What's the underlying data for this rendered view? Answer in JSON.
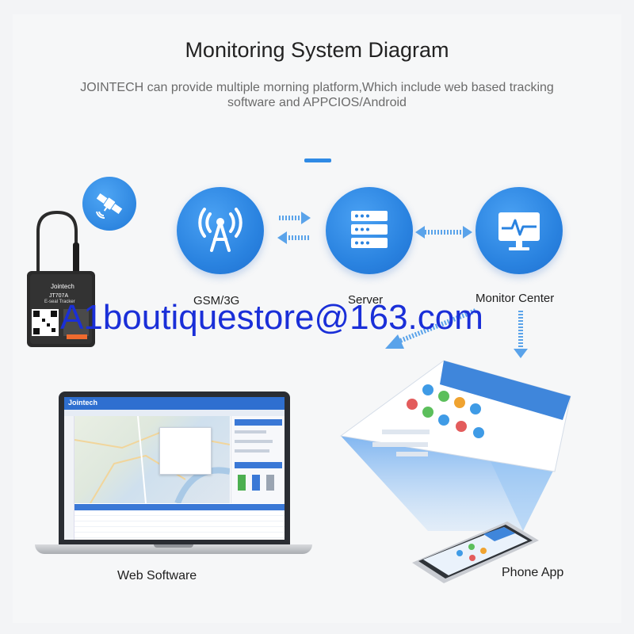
{
  "header": {
    "title": "Monitoring System Diagram",
    "subtitle_line1": "JOINTECH can provide multiple morning platform,Which include web based tracking",
    "subtitle_line2": "software and APPCIOS/Android"
  },
  "nodes": {
    "gsm": "GSM/3G",
    "server": "Server",
    "monitor": "Monitor Center",
    "web": "Web Software",
    "phone": "Phone App"
  },
  "device": {
    "brand": "Jointech",
    "model": "JT707A",
    "desc": "E-seal Tracker"
  },
  "web_app": {
    "brand": "Jointech"
  },
  "watermark": "A1boutiquestore@163.com",
  "colors": {
    "accent": "#2a83e0",
    "arrow": "#5aa3ea",
    "watermark": "#1a2fd8"
  }
}
